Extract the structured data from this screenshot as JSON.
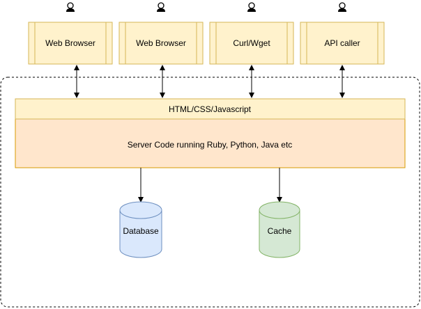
{
  "clients": [
    {
      "label": "Web Browser",
      "icon": "user-icon"
    },
    {
      "label": "Web Browser",
      "icon": "user-icon"
    },
    {
      "label": "Curl/Wget",
      "icon": "user-icon"
    },
    {
      "label": "API caller",
      "icon": "user-icon"
    }
  ],
  "frontend_layer": {
    "label": "HTML/CSS/Javascript"
  },
  "server_layer": {
    "label": "Server Code running Ruby, Python, Java etc"
  },
  "stores": [
    {
      "label": "Database"
    },
    {
      "label": "Cache"
    }
  ],
  "colors": {
    "client_fill": "#fff2cc",
    "client_stroke": "#d6b656",
    "frontend_fill": "#fff2cc",
    "server_fill": "#ffe6cc",
    "server_stroke": "#d79b00",
    "database_fill": "#dae8fc",
    "database_stroke": "#6c8ebf",
    "cache_fill": "#d5e8d4",
    "cache_stroke": "#82b366"
  }
}
